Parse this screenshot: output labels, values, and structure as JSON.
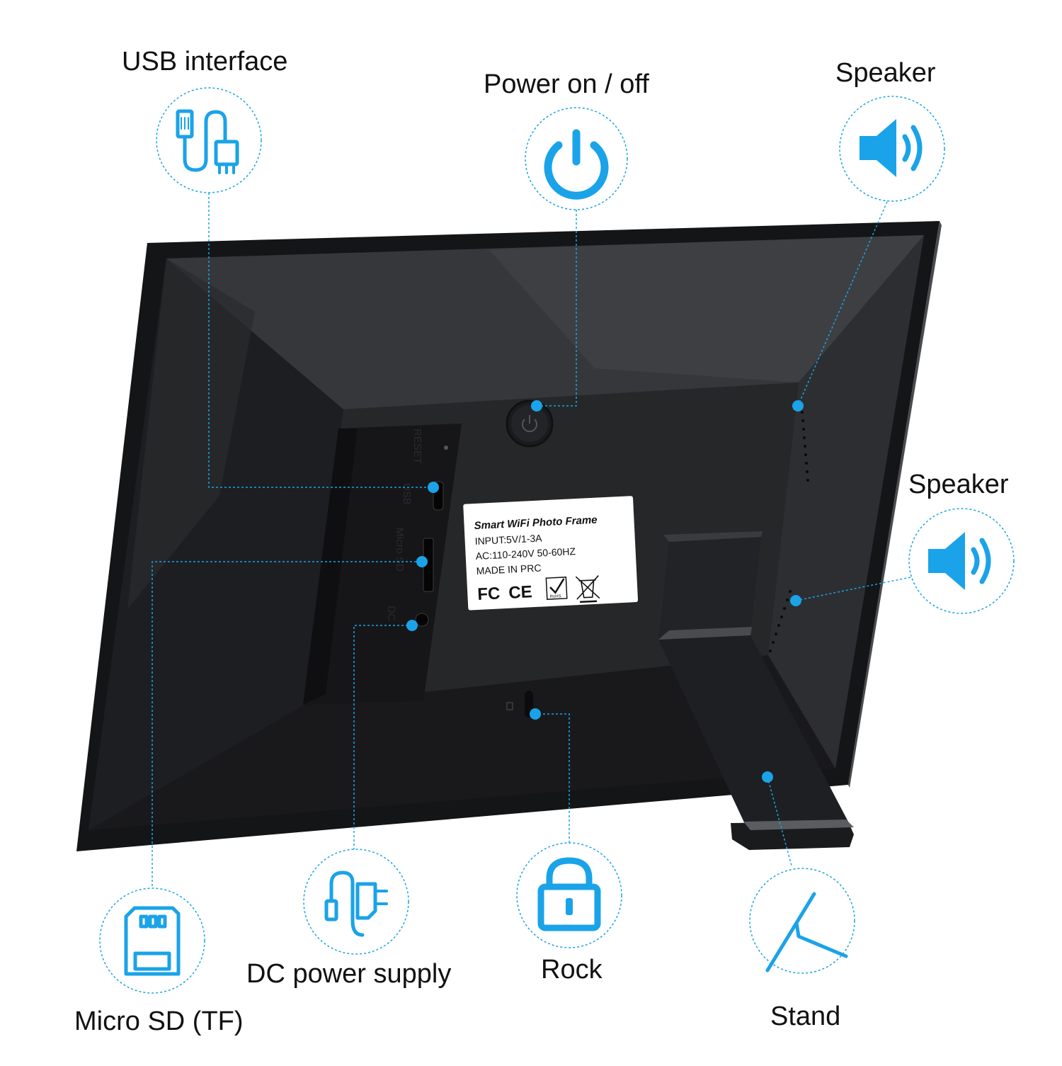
{
  "callouts": {
    "usb": {
      "label": "USB interface",
      "icon": "usb-cable-icon"
    },
    "power": {
      "label": "Power on / off",
      "icon": "power-icon"
    },
    "speaker_top": {
      "label": "Speaker",
      "icon": "speaker-icon"
    },
    "speaker_side": {
      "label": "Speaker",
      "icon": "speaker-icon"
    },
    "micro_sd": {
      "label": "Micro SD (TF)",
      "icon": "sd-card-icon"
    },
    "dc_power": {
      "label": "DC power supply",
      "icon": "power-adapter-icon"
    },
    "rock": {
      "label": "Rock",
      "icon": "lock-icon"
    },
    "stand": {
      "label": "Stand",
      "icon": "stand-icon"
    }
  },
  "device": {
    "ports": {
      "reset": "RESET",
      "usb": "USB",
      "micro_sd": "Micro SD",
      "dc": "DC"
    },
    "sticker": {
      "title": "Smart WiFi Photo Frame",
      "input": "INPUT:5V/1-3A",
      "ac": "AC:110-240V  50-60HZ",
      "origin": "MADE IN PRC",
      "marks": [
        "FC",
        "CE",
        "RoHS",
        "WEEE"
      ]
    }
  },
  "colors": {
    "accent": "#1aa3e8",
    "frame": "#1c1d1f",
    "background": "#ffffff"
  }
}
